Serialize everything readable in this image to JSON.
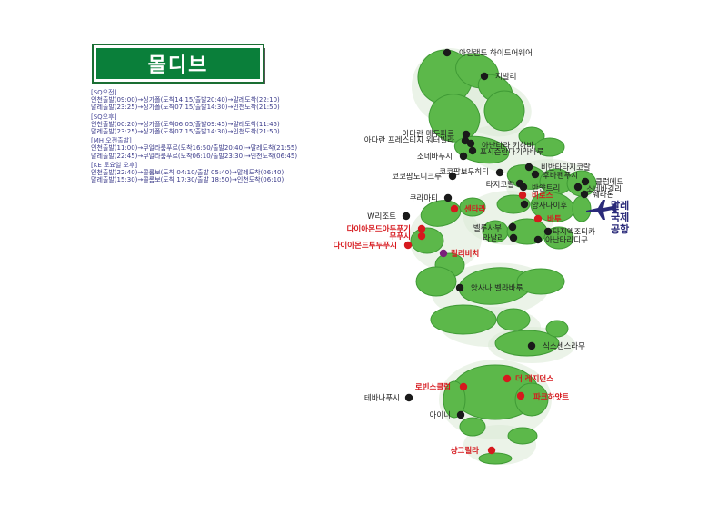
{
  "title": "몰디브",
  "schedule": [
    {
      "head": "[SQ오전]",
      "lines": [
        "인천출발(09:00)→싱가폴(도착14:15/출발20:40)→말레도착(22:10)",
        "말레출발(23:25)→싱가폴(도착07:15/출발14:30)→인천도착(21:50)"
      ]
    },
    {
      "head": "[SQ오후]",
      "lines": [
        "인천출발(00:20)→싱가폴(도착06:05/출발09:45)→말레도착(11:45)",
        "말레출발(23:25)→싱가폴(도착07:15/출발14:30)→인천도착(21:50)"
      ]
    },
    {
      "head": "[MH 오전출발]",
      "lines": [
        "인천출발(11:00)→쿠알라룸푸르(도착16:50/출발20:40)→말레도착(21:55)",
        "말레출발(22:45)→쿠알라룸푸르(도착06:10/출발23:30)→인천도착(06:45)"
      ]
    },
    {
      "head": "[KE 토요일 오후]",
      "lines": [
        "인천출발(22:40)→콜롬보(도착 04:10/출발 05:40)→말레도착(06:40)",
        "말레출발(15:30)→콜롬보(도착 17:30/출발 18:50)→인천도착(06:10)"
      ]
    }
  ],
  "airport": {
    "lines": [
      "말레",
      "국제",
      "공항"
    ],
    "color": "#2a2a7a",
    "icon": "airplane-icon"
  },
  "colors": {
    "island": "#5cb84a",
    "island_edge": "#3f9a35",
    "lagoon": "#dbead6",
    "red": "#d6191e",
    "purple": "#7a1f7a"
  },
  "resorts": [
    {
      "name": "아일랜드 하이드어웨어",
      "color": "black"
    },
    {
      "name": "지발리",
      "color": "black"
    },
    {
      "name": "아다란 메두파르",
      "color": "black"
    },
    {
      "name": "아다란 프레스티지 워터빌라",
      "color": "black"
    },
    {
      "name": "아난타라 키하바",
      "color": "black"
    },
    {
      "name": "포시즌란다기라바루",
      "color": "black"
    },
    {
      "name": "소네바푸시",
      "color": "black"
    },
    {
      "name": "코코팜보두히티",
      "color": "black"
    },
    {
      "name": "비반타타지코랄",
      "color": "black"
    },
    {
      "name": "후바펜푸시",
      "color": "black"
    },
    {
      "name": "클럽메드",
      "color": "black"
    },
    {
      "name": "코코팜도니크루",
      "color": "black"
    },
    {
      "name": "타지코랄",
      "color": "black"
    },
    {
      "name": "반얀트리",
      "color": "black"
    },
    {
      "name": "소네바길리",
      "color": "black"
    },
    {
      "name": "쿠라마티",
      "color": "black"
    },
    {
      "name": "비로스",
      "color": "red"
    },
    {
      "name": "쉐라톤",
      "color": "black"
    },
    {
      "name": "센타라",
      "color": "red"
    },
    {
      "name": "앙사나이후",
      "color": "black"
    },
    {
      "name": "W리조트",
      "color": "black"
    },
    {
      "name": "바투",
      "color": "red"
    },
    {
      "name": "다이아몬드아두푸기",
      "color": "red"
    },
    {
      "name": "벨루사부",
      "color": "black"
    },
    {
      "name": "무푸시",
      "color": "red"
    },
    {
      "name": "타지엑조티카",
      "color": "black"
    },
    {
      "name": "라날리",
      "color": "black"
    },
    {
      "name": "아난타라디구",
      "color": "black"
    },
    {
      "name": "다이아몬드투두푸시",
      "color": "red"
    },
    {
      "name": "릴리비치",
      "color": "red"
    },
    {
      "name": "앙사나 벨라바루",
      "color": "black"
    },
    {
      "name": "식스센스라무",
      "color": "black"
    },
    {
      "name": "더 레지던스",
      "color": "red"
    },
    {
      "name": "로빈스클럽",
      "color": "red"
    },
    {
      "name": "파크하얏트",
      "color": "red"
    },
    {
      "name": "테바나푸시",
      "color": "black"
    },
    {
      "name": "아이니",
      "color": "black"
    },
    {
      "name": "샹그릴라",
      "color": "red"
    }
  ]
}
